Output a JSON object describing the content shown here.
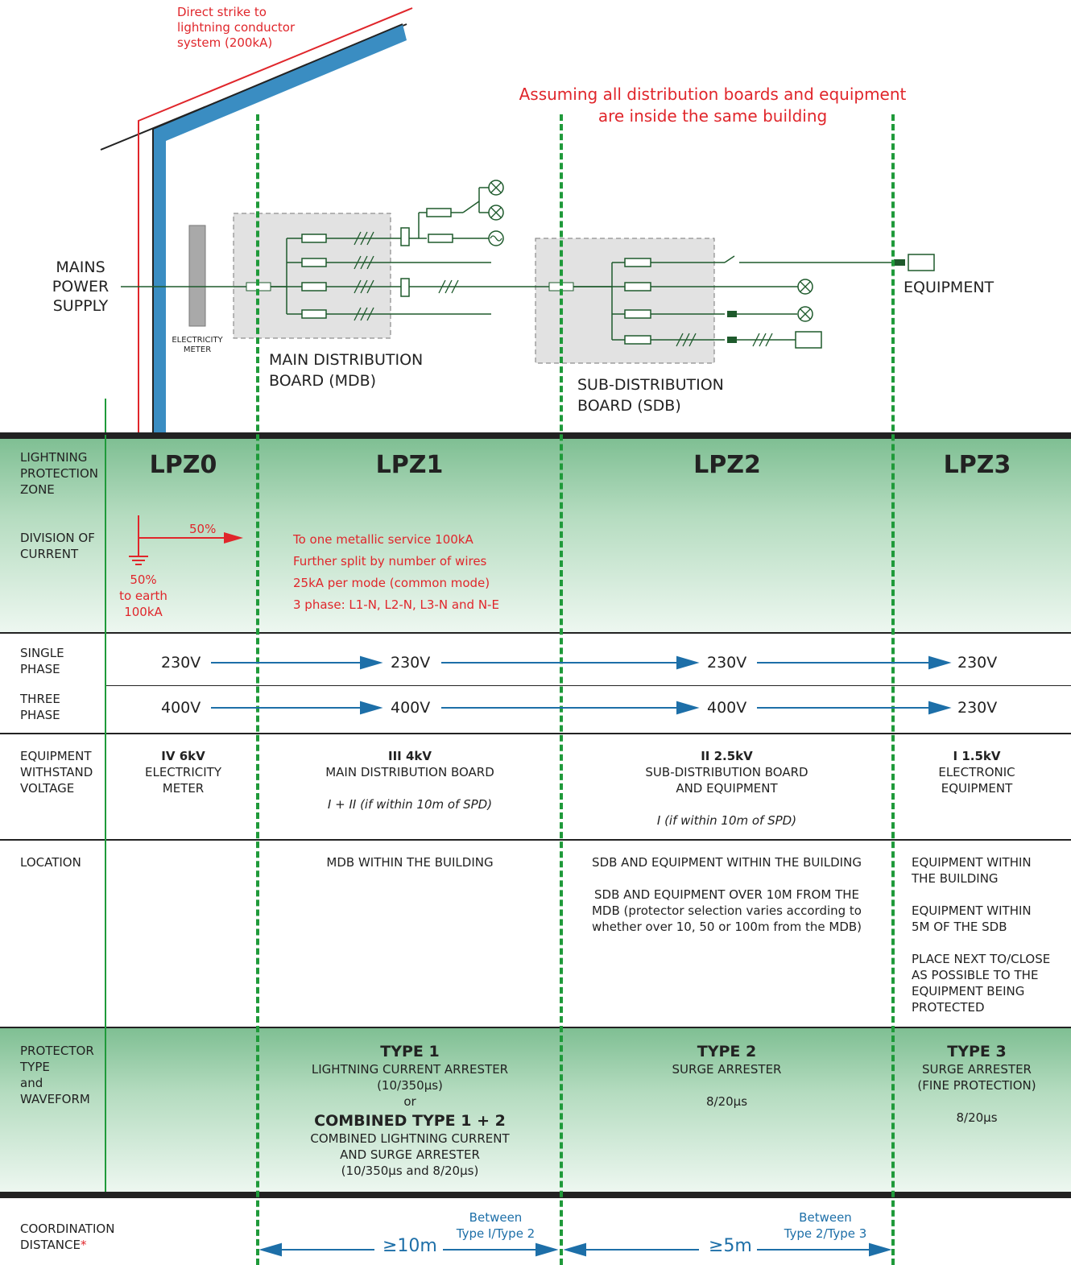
{
  "strike_note": [
    "Direct strike to",
    "lightning conductor",
    "system (200kA)"
  ],
  "assumption": [
    "Assuming all distribution boards and equipment",
    "are inside the same building"
  ],
  "mains_label": [
    "MAINS",
    "POWER",
    "SUPPLY"
  ],
  "meter_label": [
    "ELECTRICITY",
    "METER"
  ],
  "mdb_label": [
    "MAIN DISTRIBUTION",
    "BOARD (MDB)"
  ],
  "sdb_label": [
    "SUB-DISTRIBUTION",
    "BOARD (SDB)"
  ],
  "equipment_label": "EQUIPMENT",
  "row_labels": {
    "lpz": [
      "LIGHTNING",
      "PROTECTION",
      "ZONE"
    ],
    "division": [
      "DIVISION OF",
      "CURRENT"
    ],
    "single": [
      "SINGLE",
      "PHASE"
    ],
    "three": [
      "THREE",
      "PHASE"
    ],
    "withstand": [
      "EQUIPMENT",
      "WITHSTAND",
      "VOLTAGE"
    ],
    "location": "LOCATION",
    "protector": [
      "PROTECTOR",
      "TYPE",
      "and",
      "WAVEFORM"
    ],
    "coordination": [
      "COORDINATION",
      "DISTANCE"
    ],
    "asterisk": "*"
  },
  "zones": [
    "LPZ0",
    "LPZ1",
    "LPZ2",
    "LPZ3"
  ],
  "division": {
    "arrow_pct": "50%",
    "earth": [
      "50%",
      "to earth",
      "100kA"
    ],
    "notes": [
      "To one metallic service 100kA",
      "Further split by number of wires",
      "25kA per mode (common mode)",
      "3 phase: L1-N, L2-N, L3-N and N-E"
    ]
  },
  "single_phase": [
    "230V",
    "230V",
    "230V",
    "230V"
  ],
  "three_phase": [
    "400V",
    "400V",
    "400V",
    "230V"
  ],
  "withstand": [
    {
      "bold": "IV 6kV",
      "lines": [
        "ELECTRICITY",
        "METER"
      ],
      "italic": ""
    },
    {
      "bold": "III 4kV",
      "lines": [
        "MAIN DISTRIBUTION BOARD"
      ],
      "italic": "I + II (if within 10m of SPD)"
    },
    {
      "bold": "II 2.5kV",
      "lines": [
        "SUB-DISTRIBUTION BOARD",
        "AND EQUIPMENT"
      ],
      "italic": "I (if within 10m of SPD)"
    },
    {
      "bold": "I 1.5kV",
      "lines": [
        "ELECTRONIC",
        "EQUIPMENT"
      ],
      "italic": ""
    }
  ],
  "location": {
    "lpz1": [
      "MDB WITHIN THE BUILDING"
    ],
    "lpz2a": [
      "SDB AND EQUIPMENT WITHIN THE BUILDING"
    ],
    "lpz2b": [
      "SDB AND EQUIPMENT OVER 10M FROM THE",
      "MDB (protector selection varies according to",
      "whether over 10, 50 or 100m from the MDB)"
    ],
    "lpz3a": [
      "EQUIPMENT WITHIN",
      "THE BUILDING"
    ],
    "lpz3b": [
      "EQUIPMENT WITHIN",
      "5M OF THE SDB"
    ],
    "lpz3c": [
      "PLACE NEXT TO/CLOSE",
      "AS POSSIBLE TO THE",
      "EQUIPMENT BEING",
      "PROTECTED"
    ]
  },
  "protector": {
    "type1": {
      "title": "TYPE 1",
      "lines": [
        "LIGHTNING CURRENT ARRESTER",
        "(10/350µs)",
        "or"
      ],
      "title2": "COMBINED TYPE 1 + 2",
      "lines2": [
        "COMBINED LIGHTNING CURRENT",
        "AND SURGE ARRESTER",
        "(10/350µs and 8/20µs)"
      ]
    },
    "type2": {
      "title": "TYPE 2",
      "lines": [
        "SURGE ARRESTER"
      ],
      "wave": "8/20µs"
    },
    "type3": {
      "title": "TYPE 3",
      "lines": [
        "SURGE ARRESTER",
        "(FINE PROTECTION)"
      ],
      "wave": "8/20µs"
    }
  },
  "coordination": {
    "d1": "≥10m",
    "note1": [
      "Between",
      "Type I/Type 2"
    ],
    "d2": "≥5m",
    "note2": [
      "Between",
      "Type 2/Type 3"
    ]
  },
  "colors": {
    "green": "#1f9a3a",
    "red": "#e0262b",
    "blue": "#1d6fa8",
    "roof": "#3a8dc2"
  }
}
